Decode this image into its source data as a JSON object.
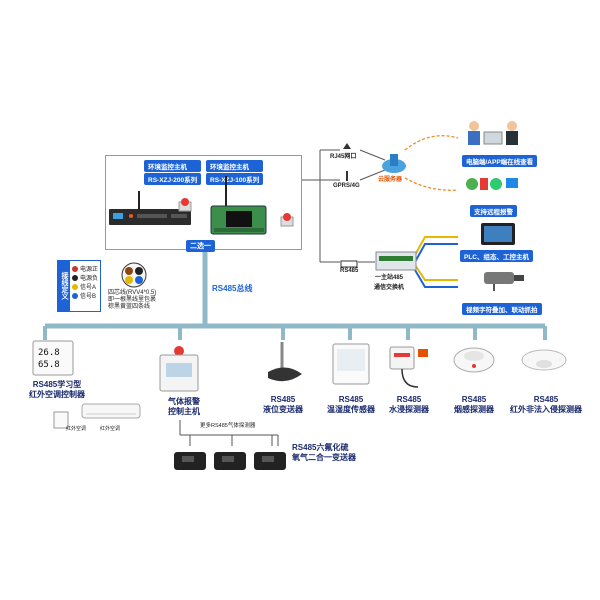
{
  "gateway": {
    "host1_title": "环境监控主机",
    "host1_sub": "RS-XZJ-200系列",
    "host2_title": "环境监控主机",
    "host2_sub": "RS-XZJ-100系列",
    "choose": "二选一"
  },
  "network": {
    "rj45": "RJ45网口",
    "gprs": "GPRS/4G",
    "cloud": "云服务器",
    "rs485": "RS485",
    "switch": "一主站485\n通信交换机"
  },
  "outputs": {
    "app": "电脑端/APP端在线查看",
    "remote_alarm": "支持远程报警",
    "plc": "PLC、组态、工控主机",
    "video": "视频字符叠加、联动抓拍"
  },
  "legend": {
    "title": "接线定义",
    "items": [
      "电源正",
      "电源负",
      "信号A",
      "信号B"
    ],
    "colors": [
      "#c0392b",
      "#222222",
      "#e6b800",
      "#1e63d6"
    ],
    "note1": "四芯线(RVV4*0.5)",
    "note2": "即一根黑线里包裹",
    "note3": "棕黑黄蓝四条线"
  },
  "bus_label": "RS485总线",
  "devices": [
    {
      "name1": "RS485学习型",
      "name2": "红外空调控制器",
      "sub": "红外空调"
    },
    {
      "name1": "气体报警",
      "name2": "控制主机"
    },
    {
      "name1": "RS485",
      "name2": "液位变送器"
    },
    {
      "name1": "RS485",
      "name2": "温湿度传感器"
    },
    {
      "name1": "RS485",
      "name2": "水浸探测器"
    },
    {
      "name1": "RS485",
      "name2": "烟感探测器"
    },
    {
      "name1": "RS485",
      "name2": "红外非法入侵探测器"
    }
  ],
  "ac_label": "红外空调",
  "gas": {
    "tag": "更多RS485气体探测器",
    "name1": "RS485六氟化硫",
    "name2": "氧气二合一变送器"
  },
  "display_values": {
    "temp": "26.8",
    "hum": "65.8"
  }
}
